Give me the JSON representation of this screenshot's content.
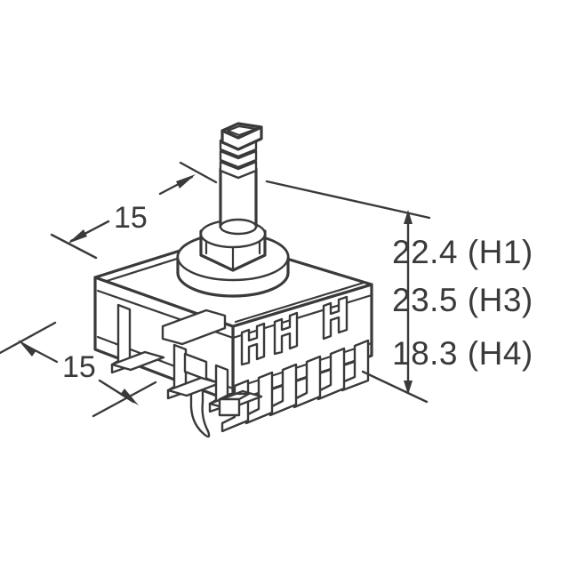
{
  "drawing": {
    "title": "Rotary coded switch isometric dimensional drawing",
    "background_color": "#ffffff",
    "line_color": "#3a3a3a",
    "text_color": "#3a3a3a",
    "component": "rotary-switch-isometric",
    "units": "mm"
  },
  "dimensions": {
    "height_h1": "22.4 (H1)",
    "height_h3": "23.5 (H3)",
    "height_h4": "18.3 (H4)",
    "width_top": "15",
    "width_bottom": "15"
  },
  "callouts": [
    {
      "id": "h1",
      "value": "22.4",
      "ref": "H1",
      "text": "22.4 (H1)"
    },
    {
      "id": "h3",
      "value": "23.5",
      "ref": "H3",
      "text": "23.5 (H3)"
    },
    {
      "id": "h4",
      "value": "18.3",
      "ref": "H4",
      "text": "18.3 (H4)"
    },
    {
      "id": "w-top",
      "value": "15",
      "ref": "",
      "text": "15"
    },
    {
      "id": "w-bottom",
      "value": "15",
      "ref": "",
      "text": "15"
    }
  ]
}
